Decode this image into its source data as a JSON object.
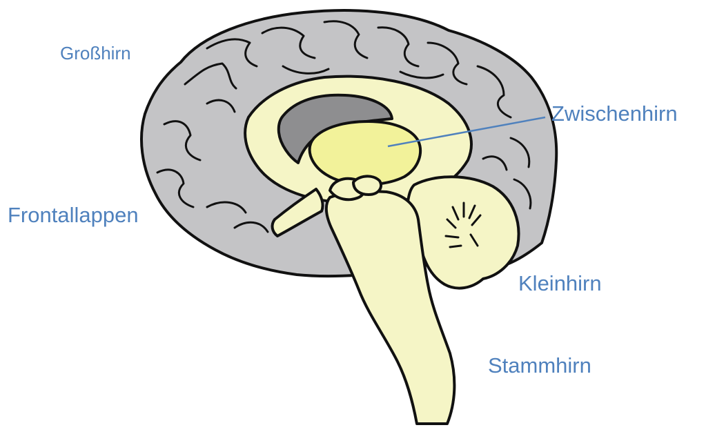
{
  "colors": {
    "label_text": "#4F81BD",
    "cortex_fill": "#C4C4C6",
    "inner_fill": "#F5F5C6",
    "thalamus_fill": "#F2F29A",
    "ventricle_fill": "#8E8E90",
    "outline": "#111111",
    "pointer_line": "#4F81BD"
  },
  "labels": {
    "grosshirn": "Großhirn",
    "zwischenhirn": "Zwischenhirn",
    "frontallappen": "Frontallappen",
    "kleinhirn": "Kleinhirn",
    "stammhirn": "Stammhirn"
  }
}
